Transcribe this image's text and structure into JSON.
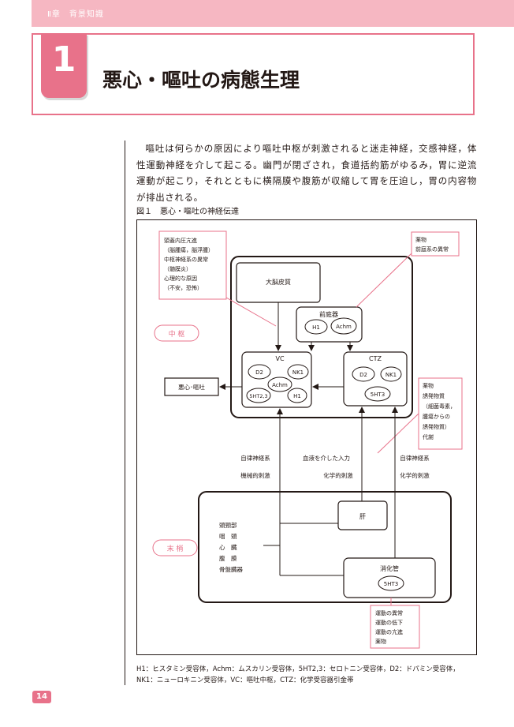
{
  "header": {
    "chapter": "Ⅱ章　背景知識"
  },
  "title": {
    "number": "1",
    "text": "悪心・嘔吐の病態生理"
  },
  "body": {
    "paragraph": "嘔吐は何らかの原因により嘔吐中枢が刺激されると迷走神経，交感神経，体性運動神経を介して起こる。幽門が閉ざされ，食道括約筋がゆるみ，胃に逆流運動が起こり，それとともに横隔膜や腹筋が収縮して胃を圧迫し，胃の内容物が排出される。"
  },
  "figure": {
    "caption": "図１　悪心・嘔吐の神経伝達",
    "causes_box": [
      "頭蓋内圧亢進",
      "（脳腫瘍，脳浮腫）",
      "中枢神経系の異常",
      "（髄膜炎）",
      "心理的な原因",
      "（不安，恐怖）"
    ],
    "drug_box_top": [
      "薬物",
      "前庭系の異常"
    ],
    "cortex": "大脳皮質",
    "vestibular": {
      "label": "前庭器",
      "receptors": [
        "H1",
        "Achm"
      ]
    },
    "vc": {
      "label": "VC",
      "receptors": [
        "D2",
        "NK1",
        "Achm",
        "5HT2,3",
        "H1"
      ]
    },
    "ctz": {
      "label": "CTZ",
      "receptors": [
        "D2",
        "NK1",
        "5HT3"
      ]
    },
    "nausea": "悪心･嘔吐",
    "drug_box_right": [
      "薬物",
      "誘発物質",
      "（細菌毒素，",
      "腫瘍からの",
      "誘発物質）",
      "代謝"
    ],
    "central_tag": "中 枢",
    "peripheral_tag": "末 梢",
    "pathway_labels": {
      "left": [
        "自律神経系",
        "機械的刺激"
      ],
      "middle": [
        "血液を介した入力",
        "化学的刺激"
      ],
      "right": [
        "自律神経系",
        "化学的刺激"
      ]
    },
    "organs": [
      "頭頸部",
      "咽　頭",
      "心　臓",
      "腹　膜",
      "骨盤臓器"
    ],
    "liver": "肝",
    "gut": {
      "label": "消化管",
      "receptor": "5HT3"
    },
    "motility_box": [
      "運動の異常",
      "運動の低下",
      "運動の亢進",
      "薬物"
    ]
  },
  "footnote": {
    "line1": "H1：ヒスタミン受容体，Achm：ムスカリン受容体，5HT2,3：セロトニン受容体，D2：ドパミン受容体，",
    "line2": "NK1：ニューロキニン受容体，VC：嘔吐中枢，CTZ：化学受容器引金帯"
  },
  "page_number": "14",
  "colors": {
    "accent": "#e8728a",
    "header_band": "#f6b7c2",
    "ink": "#231815"
  }
}
